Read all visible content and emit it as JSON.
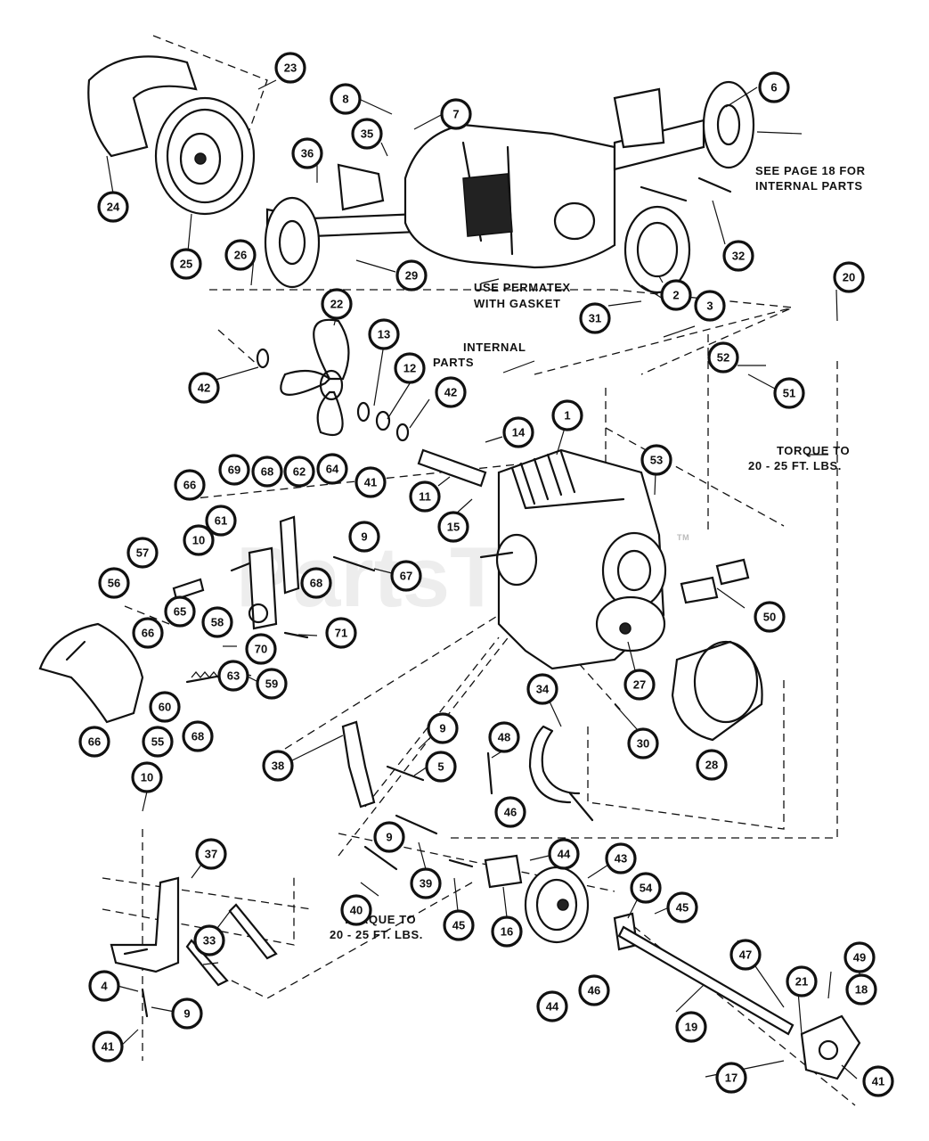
{
  "watermark": "PartsTree",
  "watermark_tm": "TM",
  "notes": {
    "see_page_line1": "SEE PAGE 18 FOR",
    "see_page_line2": "INTERNAL PARTS",
    "permatex_line1": "USE PERMATEX",
    "permatex_line2": "WITH GASKET",
    "internal_line1": "INTERNAL",
    "internal_line2": "PARTS",
    "torque_upper_line1": "TORQUE TO",
    "torque_upper_line2": "20 - 25 FT. LBS.",
    "torque_lower_line1": "TORQUE TO",
    "torque_lower_line2": "20 - 25 FT. LBS."
  },
  "callouts": [
    "23",
    "8",
    "7",
    "6",
    "35",
    "36",
    "24",
    "25",
    "26",
    "29",
    "32",
    "2",
    "31",
    "3",
    "20",
    "22",
    "13",
    "12",
    "42",
    "42",
    "1",
    "52",
    "51",
    "14",
    "53",
    "11",
    "15",
    "66",
    "69",
    "68",
    "62",
    "64",
    "41",
    "61",
    "9",
    "10",
    "57",
    "56",
    "58",
    "68",
    "67",
    "50",
    "65",
    "66",
    "71",
    "70",
    "63",
    "59",
    "27",
    "60",
    "66",
    "55",
    "68",
    "34",
    "30",
    "28",
    "38",
    "9",
    "5",
    "48",
    "10",
    "37",
    "46",
    "44",
    "43",
    "9",
    "39",
    "40",
    "45",
    "16",
    "54",
    "45",
    "49",
    "18",
    "33",
    "4",
    "9",
    "41",
    "44",
    "46",
    "47",
    "21",
    "19",
    "17",
    "41"
  ]
}
